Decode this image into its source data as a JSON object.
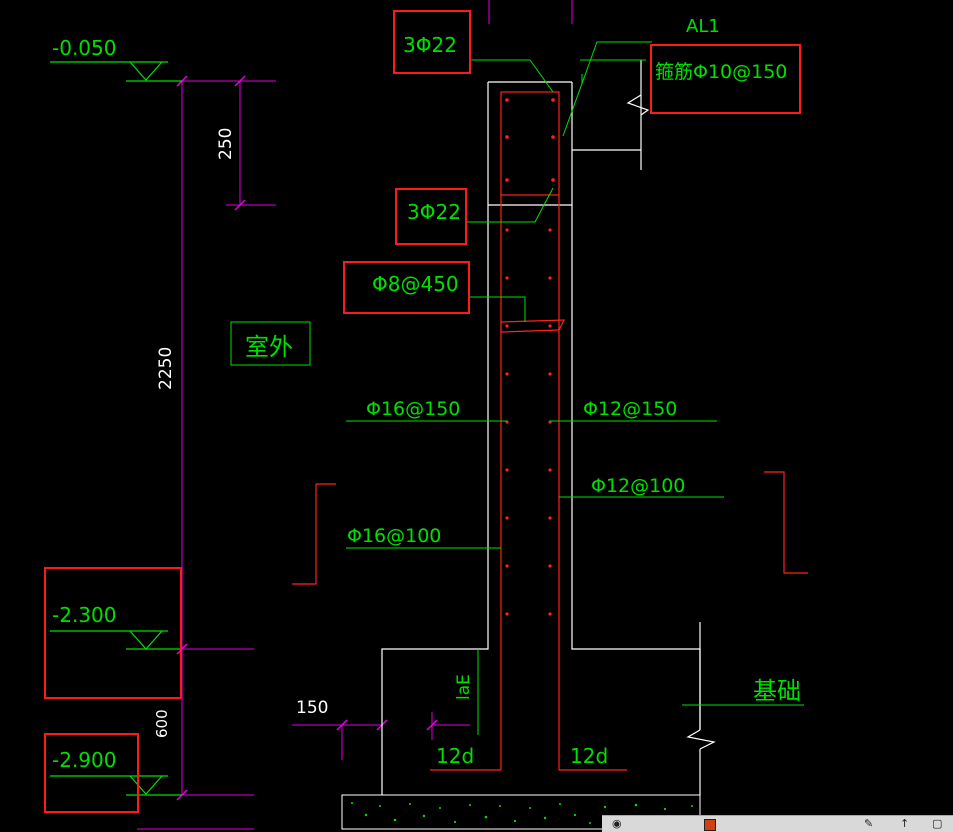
{
  "elevations": {
    "top": "-0.050",
    "mid": "-2.300",
    "bottom": "-2.900"
  },
  "dimensions": {
    "d250": "250",
    "d2250": "2250",
    "d600": "600",
    "d150": "150"
  },
  "labels": {
    "beam": "AL1",
    "stirrup": "箍筋Φ10@150",
    "top_bars": "3Φ22",
    "bottom_bars": "3Φ22",
    "tie": "Φ8@450",
    "outside": "室外",
    "outer_vertical_top": "Φ16@150",
    "inner_vertical_top": "Φ12@150",
    "inner_vertical_bottom": "Φ12@100",
    "outer_vertical_bottom": "Φ16@100",
    "lae": "laE",
    "anchor_left": "12d",
    "anchor_right": "12d",
    "foundation": "基础"
  },
  "colors": {
    "background": "#000000",
    "text": "#00e000",
    "dimension": "#e000e0",
    "rebar": "#ff2020",
    "outline": "#ffffff",
    "highlight": "#ff1a1a"
  }
}
